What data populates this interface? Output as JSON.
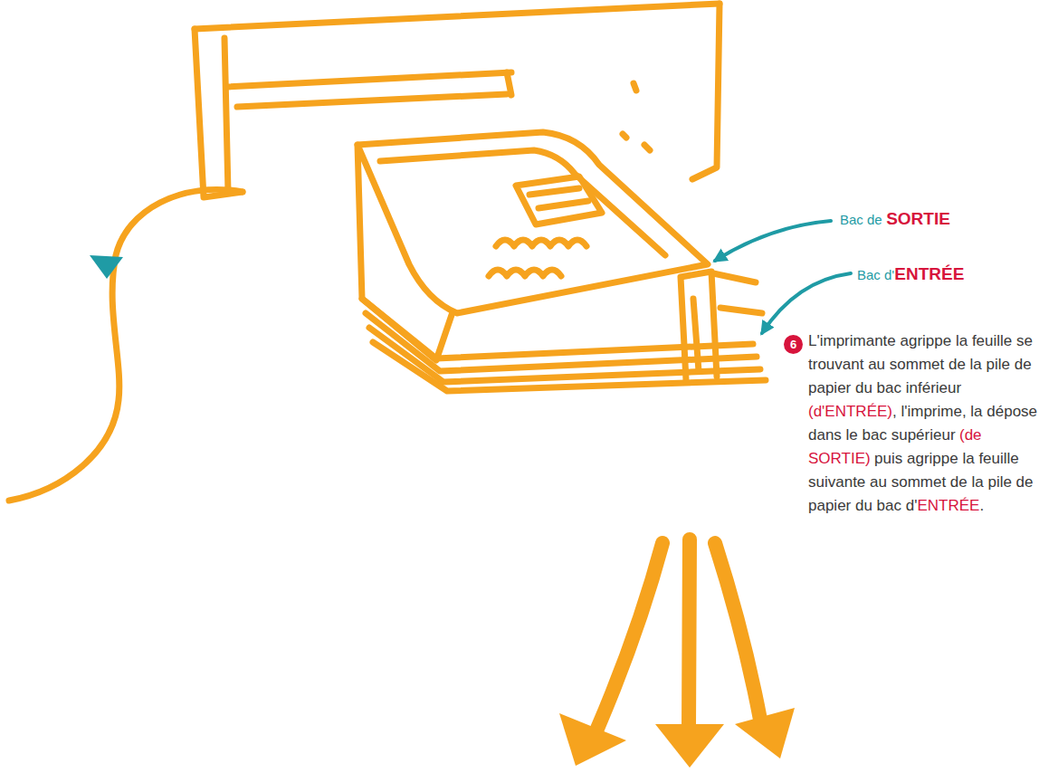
{
  "diagram": {
    "nodes": [
      {
        "text": [
          "6"
        ]
      }
    ],
    "labels": [
      "Bac de",
      "SORTIE",
      "Bac d'",
      "ENTRÉE",
      "L'imprimante agrippe la feuille se trouvant au sommet de la pile de papier du bac inférieur",
      "(d'ENTRÉE)",
      ", l'imprime, la dépose dans le bac supérieur",
      "(de SORTIE)",
      "puis agrippe la feuille suivante au sommet de la pile de papier du bac d'",
      "ENTRÉE",
      "."
    ]
  }
}
